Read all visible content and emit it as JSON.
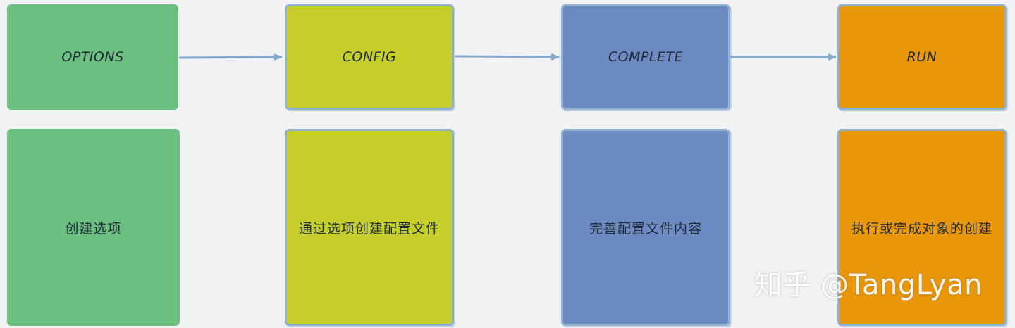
{
  "colors": {
    "green": "#6cc07f",
    "yellow": "#c6cf2a",
    "blue": "#6d8bc2",
    "orange": "#e9960a",
    "outline": "#8fb1d4",
    "arrow": "#86a8cc",
    "background": "#f1f2f4"
  },
  "stages": [
    {
      "title": "OPTIONS",
      "description": "创建选项"
    },
    {
      "title": "CONFIG",
      "description": "通过选项创建配置文件"
    },
    {
      "title": "COMPLETE",
      "description": "完善配置文件内容"
    },
    {
      "title": "RUN",
      "description": "执行或完成对象的创建"
    }
  ],
  "watermark": "知乎 @TangLyan"
}
